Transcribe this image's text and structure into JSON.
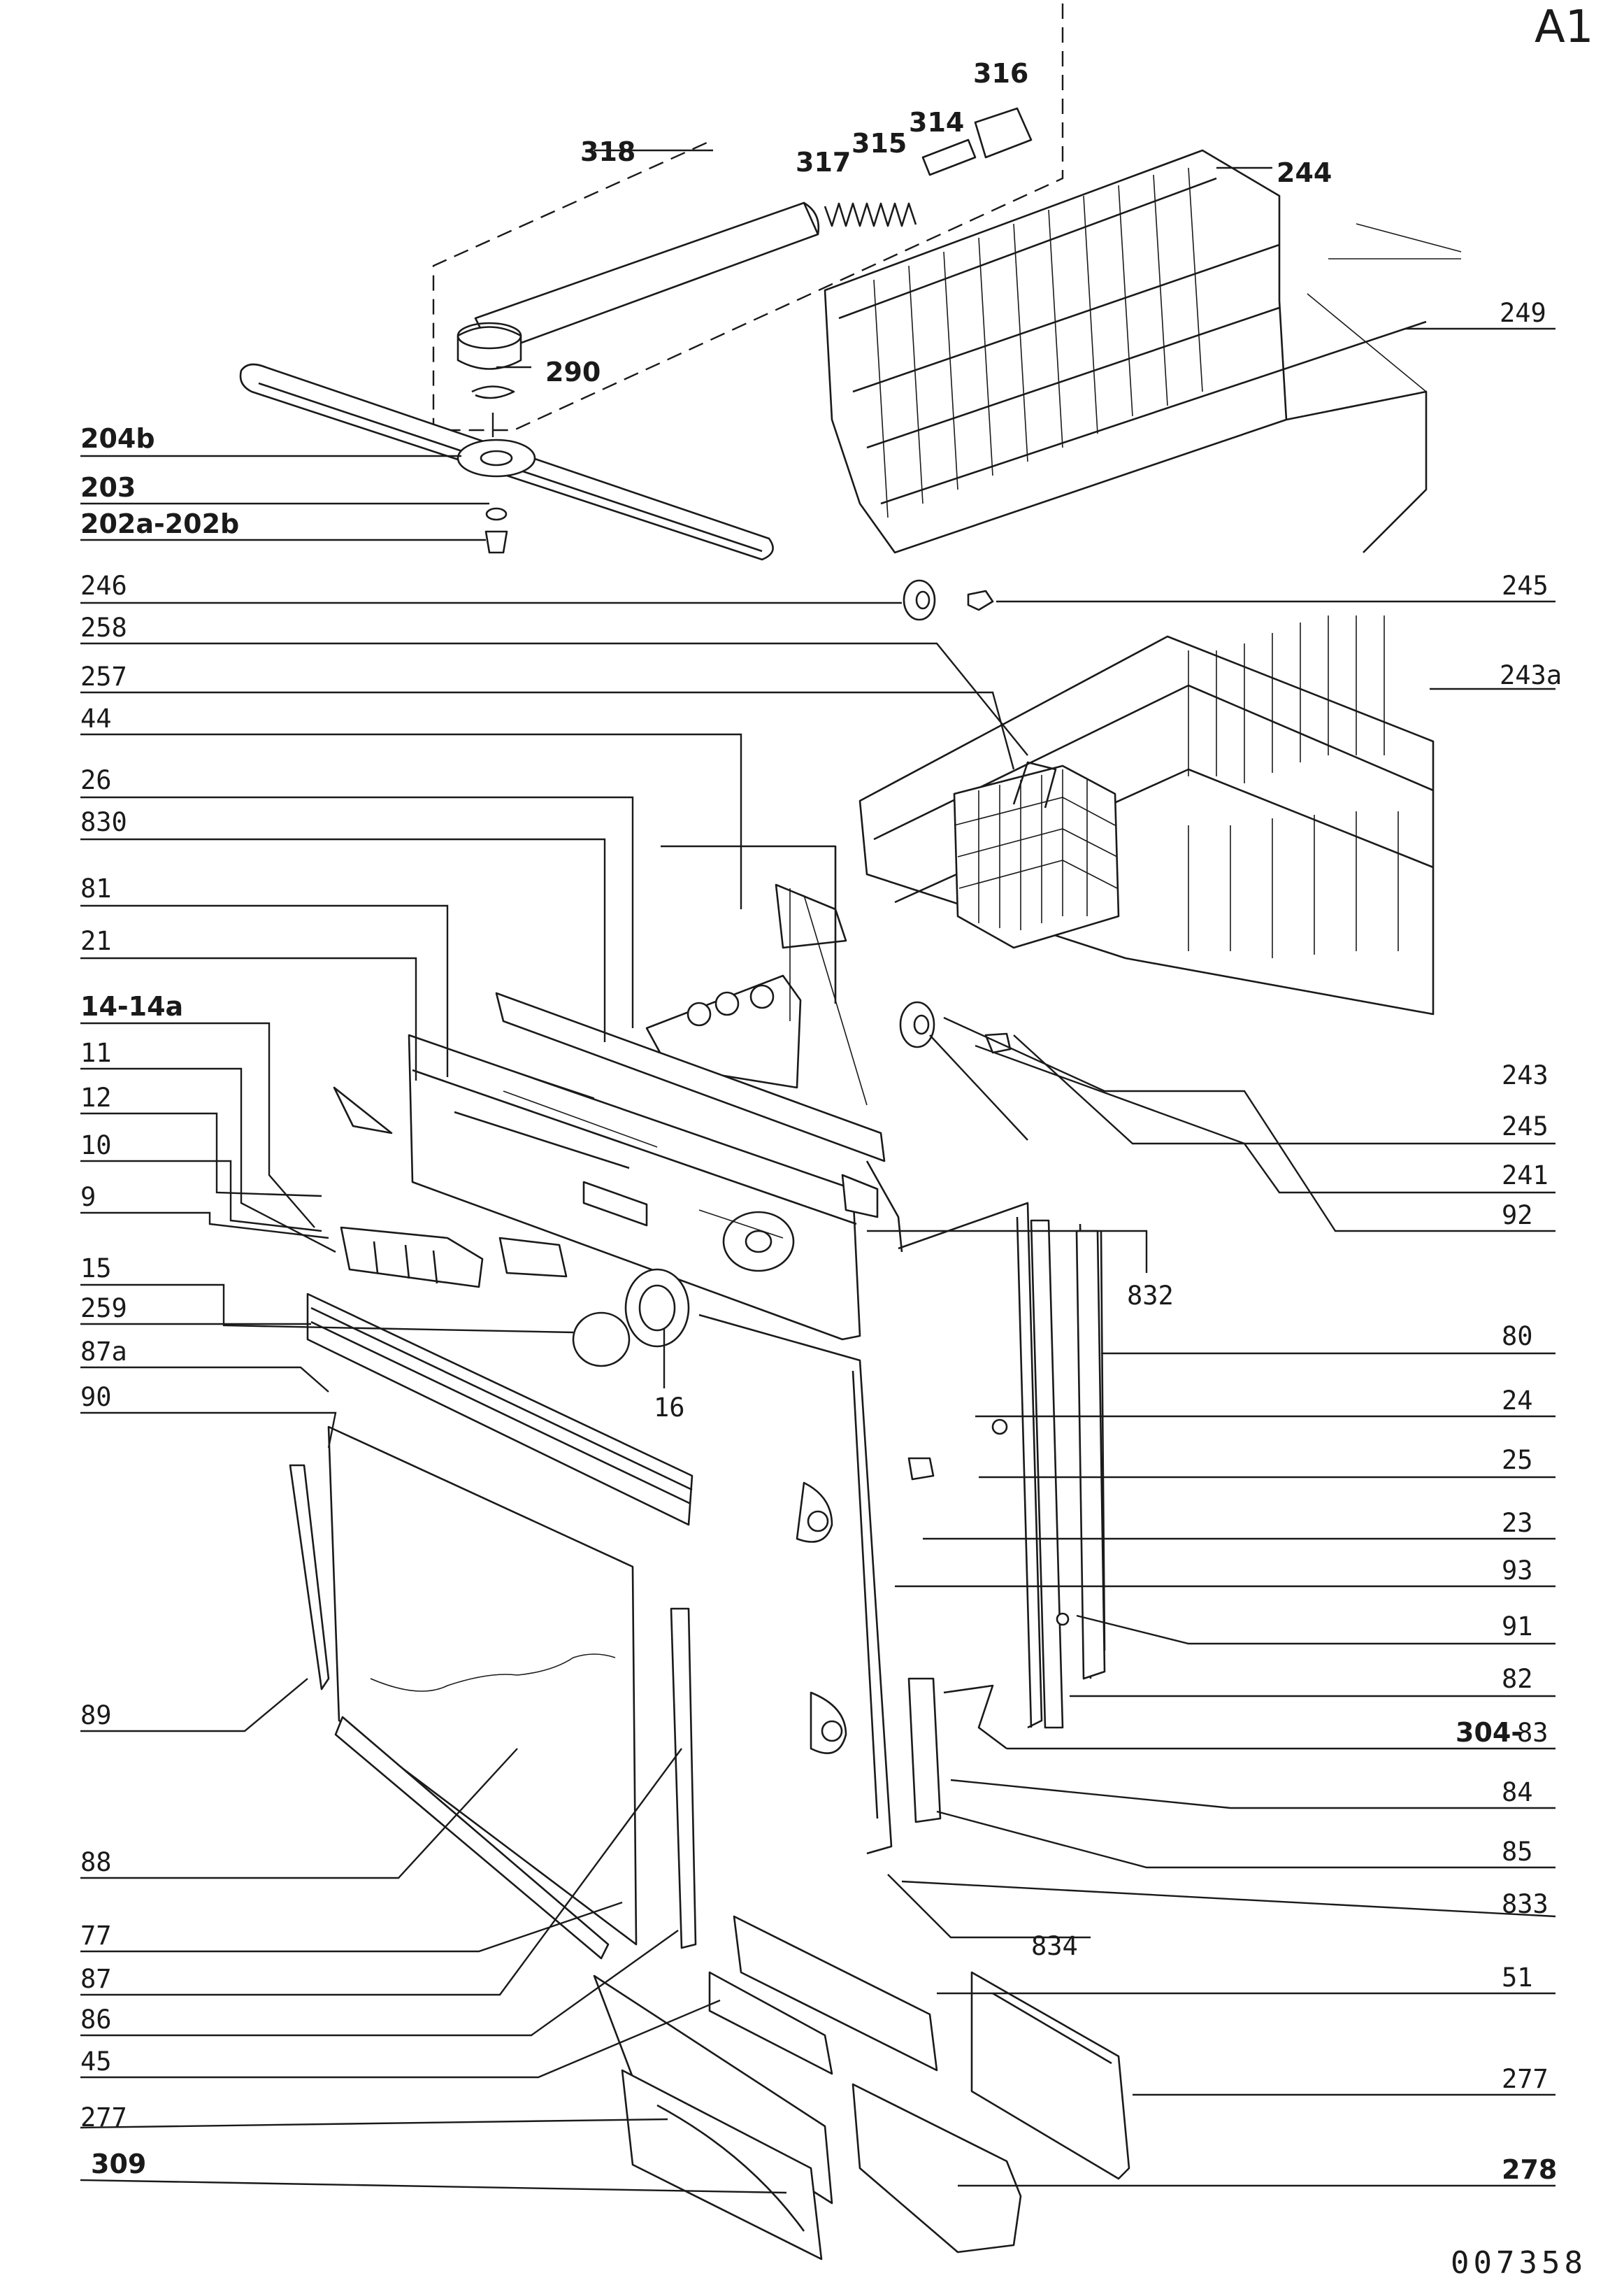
{
  "sheet_id": "A1",
  "document_number": "007358",
  "labels": {
    "318": "318",
    "317": "317",
    "315": "315",
    "314": "314",
    "316": "316",
    "244": "244",
    "249": "249",
    "290": "290",
    "204b": "204b",
    "203": "203",
    "202a_202b": "202a-202b",
    "246": "246",
    "245_top": "245",
    "258": "258",
    "243a": "243a",
    "257": "257",
    "44": "44",
    "26": "26",
    "830": "830",
    "81": "81",
    "21": "21",
    "14_14a": "14-14a",
    "11": "11",
    "12": "12",
    "10": "10",
    "9": "9",
    "15": "15",
    "259": "259",
    "87a": "87a",
    "90": "90",
    "89": "89",
    "88": "88",
    "77": "77",
    "87": "87",
    "86": "86",
    "45": "45",
    "277_left": "277",
    "309": "309",
    "243": "243",
    "245_mid": "245",
    "241": "241",
    "832": "832",
    "92": "92",
    "80": "80",
    "16": "16",
    "24": "24",
    "25": "25",
    "23": "23",
    "93": "93",
    "91": "91",
    "82": "82",
    "304_83_prefix": "304-",
    "304_83_suffix": "83",
    "84": "84",
    "85": "85",
    "833": "833",
    "834": "834",
    "51": "51",
    "277_right": "277",
    "278": "278"
  }
}
